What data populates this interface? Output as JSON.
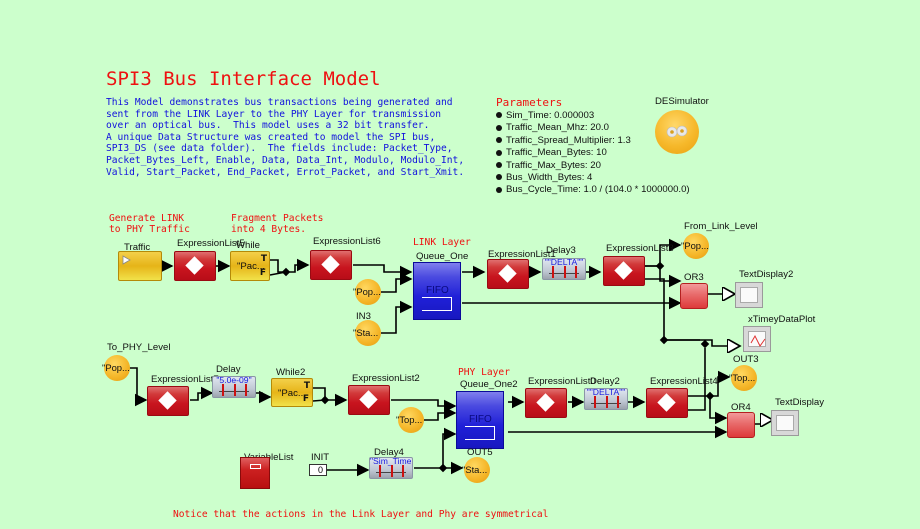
{
  "title": "SPI3 Bus Interface Model",
  "description": "This Model demonstrates bus transactions being generated and\nsent from the LINK Layer to the PHY Layer for transmission\nover an optical bus.  This model uses a 32 bit transfer.\nA unique Data Structure was created to model the SPI bus,\nSPI3_DS (see data folder).  The fields include: Packet_Type,\nPacket_Bytes_Left, Enable, Data, Data_Int, Modulo, Modulo_Int,\nValid, Start_Packet, End_Packet, Errot_Packet, and Start_Xmit.",
  "parameters": {
    "title": "Parameters",
    "items": [
      "Sim_Time: 0.000003",
      "Traffic_Mean_Mhz: 20.0",
      "Traffic_Spread_Multiplier: 1.3",
      "Traffic_Mean_Bytes: 10",
      "Traffic_Max_Bytes: 20",
      "Bus_Width_Bytes: 4",
      "Bus_Cycle_Time: 1.0 / (104.0 * 1000000.0)"
    ]
  },
  "director": {
    "label": "DESimulator",
    "icon": "gears-icon"
  },
  "annotations": {
    "generate": "Generate LINK\nto PHY Traffic",
    "fragment": "Fragment Packets\ninto 4 Bytes.",
    "link_layer": "LINK Layer",
    "phy_layer": "PHY Layer",
    "notice": "Notice that the actions in the Link Layer and Phy are symmetrical"
  },
  "actors": {
    "traffic": {
      "label": "Traffic"
    },
    "expr5": {
      "label": "ExpressionList5"
    },
    "while": {
      "label": "While",
      "value": "\"Pac...",
      "port_t": "T",
      "port_f": "F"
    },
    "expr6": {
      "label": "ExpressionList6"
    },
    "pop1": {
      "value": "\"Pop..."
    },
    "in3": {
      "label": "IN3",
      "value": "\"Sta..."
    },
    "queue_one": {
      "label": "Queue_One",
      "inner": "FIFO"
    },
    "expr1": {
      "label": "ExpressionList1"
    },
    "delay3": {
      "label": "Delay3",
      "value": "\"\"DELTA\"\""
    },
    "expr3": {
      "label": "ExpressionList3"
    },
    "from_link": {
      "label": "From_Link_Level",
      "value": "\"Pop..."
    },
    "or3": {
      "label": "OR3"
    },
    "textdisplay2": {
      "label": "TextDisplay2"
    },
    "xtimey": {
      "label": "xTimeyDataPlot"
    },
    "out3": {
      "label": "OUT3",
      "value": "\"Top..."
    },
    "to_phy": {
      "label": "To_PHY_Level",
      "value": "\"Pop..."
    },
    "expr7": {
      "label": "ExpressionList7"
    },
    "delay": {
      "label": "Delay",
      "value": "\"5.0e-09\""
    },
    "while2": {
      "label": "While2",
      "value": "\"Pac...",
      "port_t": "T",
      "port_f": "F"
    },
    "expr2": {
      "label": "ExpressionList2"
    },
    "top1": {
      "value": "\"Top..."
    },
    "queue_one2": {
      "label": "Queue_One2",
      "inner": "FIFO"
    },
    "expr0": {
      "label": "ExpressionList0"
    },
    "delay2": {
      "label": "Delay2",
      "value": "\"\"DELTA\"\""
    },
    "expr4": {
      "label": "ExpressionList4"
    },
    "or4": {
      "label": "OR4"
    },
    "textdisplay": {
      "label": "TextDisplay"
    },
    "variablelist": {
      "label": "VariableList"
    },
    "init": {
      "label": "INIT",
      "value": "0"
    },
    "delay4": {
      "label": "Delay4",
      "value": "\"Sim_Time..."
    },
    "out5": {
      "label": "OUT5",
      "value": "\"Sta..."
    }
  }
}
